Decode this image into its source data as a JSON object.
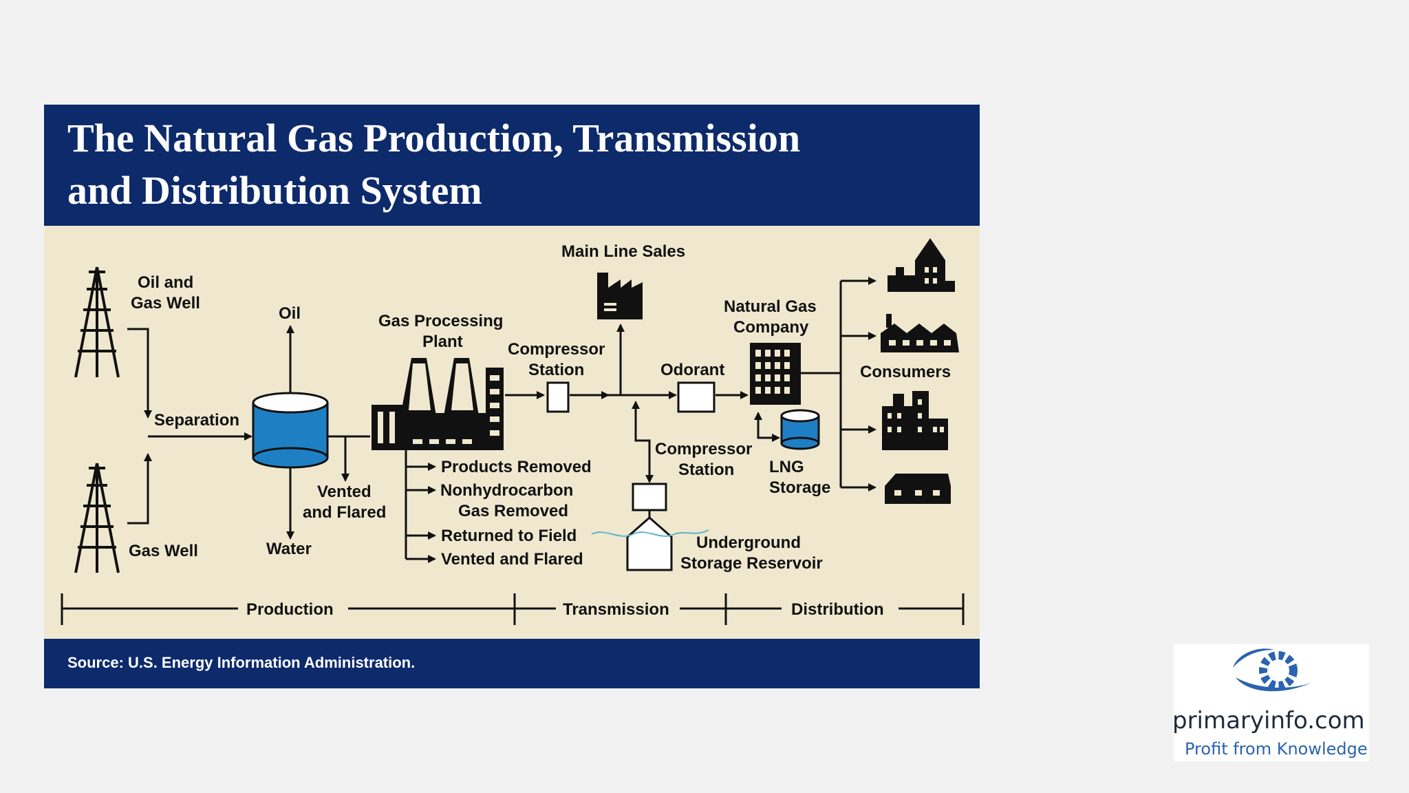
{
  "diagram": {
    "title_line1": "The Natural Gas Production, Transmission",
    "title_line2": "and Distribution System",
    "source": "Source: U.S. Energy Information Administration.",
    "labels": {
      "oil_gas_well_1": "Oil and",
      "oil_gas_well_2": "Gas Well",
      "gas_well": "Gas Well",
      "separation": "Separation",
      "oil": "Oil",
      "water": "Water",
      "vented_flared_1": "Vented",
      "vented_flared_2": "and Flared",
      "gas_plant_1": "Gas Processing",
      "gas_plant_2": "Plant",
      "products_removed": "Products Removed",
      "nonhydro_1": "Nonhydrocarbon",
      "nonhydro_2": "Gas Removed",
      "returned": "Returned to Field",
      "vented_flared_out": "Vented and Flared",
      "compressor_1a": "Compressor",
      "compressor_1b": "Station",
      "main_line_sales": "Main Line Sales",
      "odorant": "Odorant",
      "compressor_2a": "Compressor",
      "compressor_2b": "Station",
      "underground_1": "Underground",
      "underground_2": "Storage Reservoir",
      "ngc_1": "Natural Gas",
      "ngc_2": "Company",
      "lng_1": "LNG",
      "lng_2": "Storage",
      "consumers": "Consumers"
    },
    "stages": {
      "production": "Production",
      "transmission": "Transmission",
      "distribution": "Distribution"
    },
    "colors": {
      "header": "#0d2a6b",
      "panel": "#efe8cf",
      "tank": "#1f7fc4",
      "ink": "#111111"
    }
  },
  "logo": {
    "name": "primaryinfo.com",
    "tagline": "Profit from Knowledge",
    "icon": "gear-swoosh-icon",
    "color": "#2a63ae"
  }
}
